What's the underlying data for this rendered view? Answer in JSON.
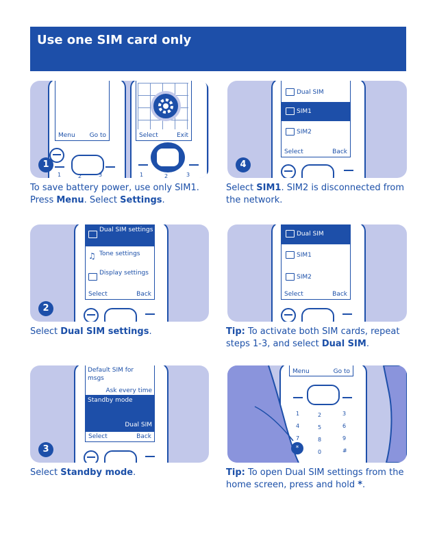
{
  "header": {
    "title": "Use one SIM card only"
  },
  "step1": {
    "badge": "1",
    "left_soft": "Menu",
    "right_soft": "Go to",
    "left2_soft": "Select",
    "right2_soft": "Exit",
    "digits": [
      "1",
      "2",
      "3"
    ],
    "digits2": [
      "1",
      "2",
      "3"
    ],
    "caption_plain1": "To save battery power, use only SIM1.",
    "caption_plain2": "Press ",
    "caption_bold1": "Menu",
    "caption_plain3": ". Select ",
    "caption_bold2": "Settings",
    "caption_plain4": "."
  },
  "step4": {
    "badge": "4",
    "items": [
      "Dual SIM",
      "SIM1",
      "SIM2"
    ],
    "left_soft": "Select",
    "right_soft": "Back",
    "caption_plain1": "Select ",
    "caption_bold1": "SIM1",
    "caption_plain2": ". SIM2 is disconnected from the network."
  },
  "step2": {
    "badge": "2",
    "items": [
      "Dual SIM settings",
      "Tone settings",
      "Display settings"
    ],
    "left_soft": "Select",
    "right_soft": "Back",
    "caption_plain1": "Select ",
    "caption_bold1": "Dual SIM settings",
    "caption_plain2": "."
  },
  "tip1": {
    "items": [
      "Dual SIM",
      "SIM1",
      "SIM2"
    ],
    "left_soft": "Select",
    "right_soft": "Back",
    "caption_bold1": "Tip:",
    "caption_plain1": " To activate both SIM cards, repeat steps 1-3, and select ",
    "caption_bold2": "Dual SIM",
    "caption_plain2": "."
  },
  "step3": {
    "badge": "3",
    "row1_label": "Default SIM for msgs",
    "row1_value": "Ask every time",
    "row2_label": "Standby mode",
    "row2_value": "Dual SIM",
    "left_soft": "Select",
    "right_soft": "Back",
    "caption_plain1": "Select ",
    "caption_bold1": "Standby mode",
    "caption_plain2": "."
  },
  "tip2": {
    "left_soft": "Menu",
    "right_soft": "Go to",
    "keys": [
      "1",
      "2",
      "3",
      "4",
      "5",
      "6",
      "7",
      "8",
      "9",
      "*",
      "0",
      "#"
    ],
    "caption_bold1": "Tip:",
    "caption_plain1": " To open Dual SIM settings from the home screen, press and hold ",
    "caption_bold2": "*",
    "caption_plain2": "."
  },
  "colors": {
    "brand_blue": "#1d4fa9",
    "panel_lavender": "#c2c8ea"
  }
}
